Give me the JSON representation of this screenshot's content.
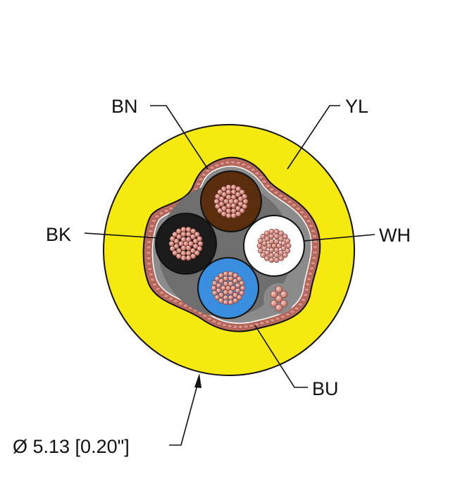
{
  "labels": {
    "brown": "BN",
    "yellow": "YL",
    "black": "BK",
    "white": "WH",
    "blue": "BU",
    "diameter": "Ø 5.13 [0.20\"]"
  },
  "colors": {
    "jacket": "#f5e90f",
    "brown": "#5a2d0c",
    "black": "#1b1b1b",
    "white": "#ffffff",
    "blue": "#3a8ee0",
    "filler": "#6e6e6e",
    "shield": "#b86a5c",
    "copper": "#d98f86"
  }
}
